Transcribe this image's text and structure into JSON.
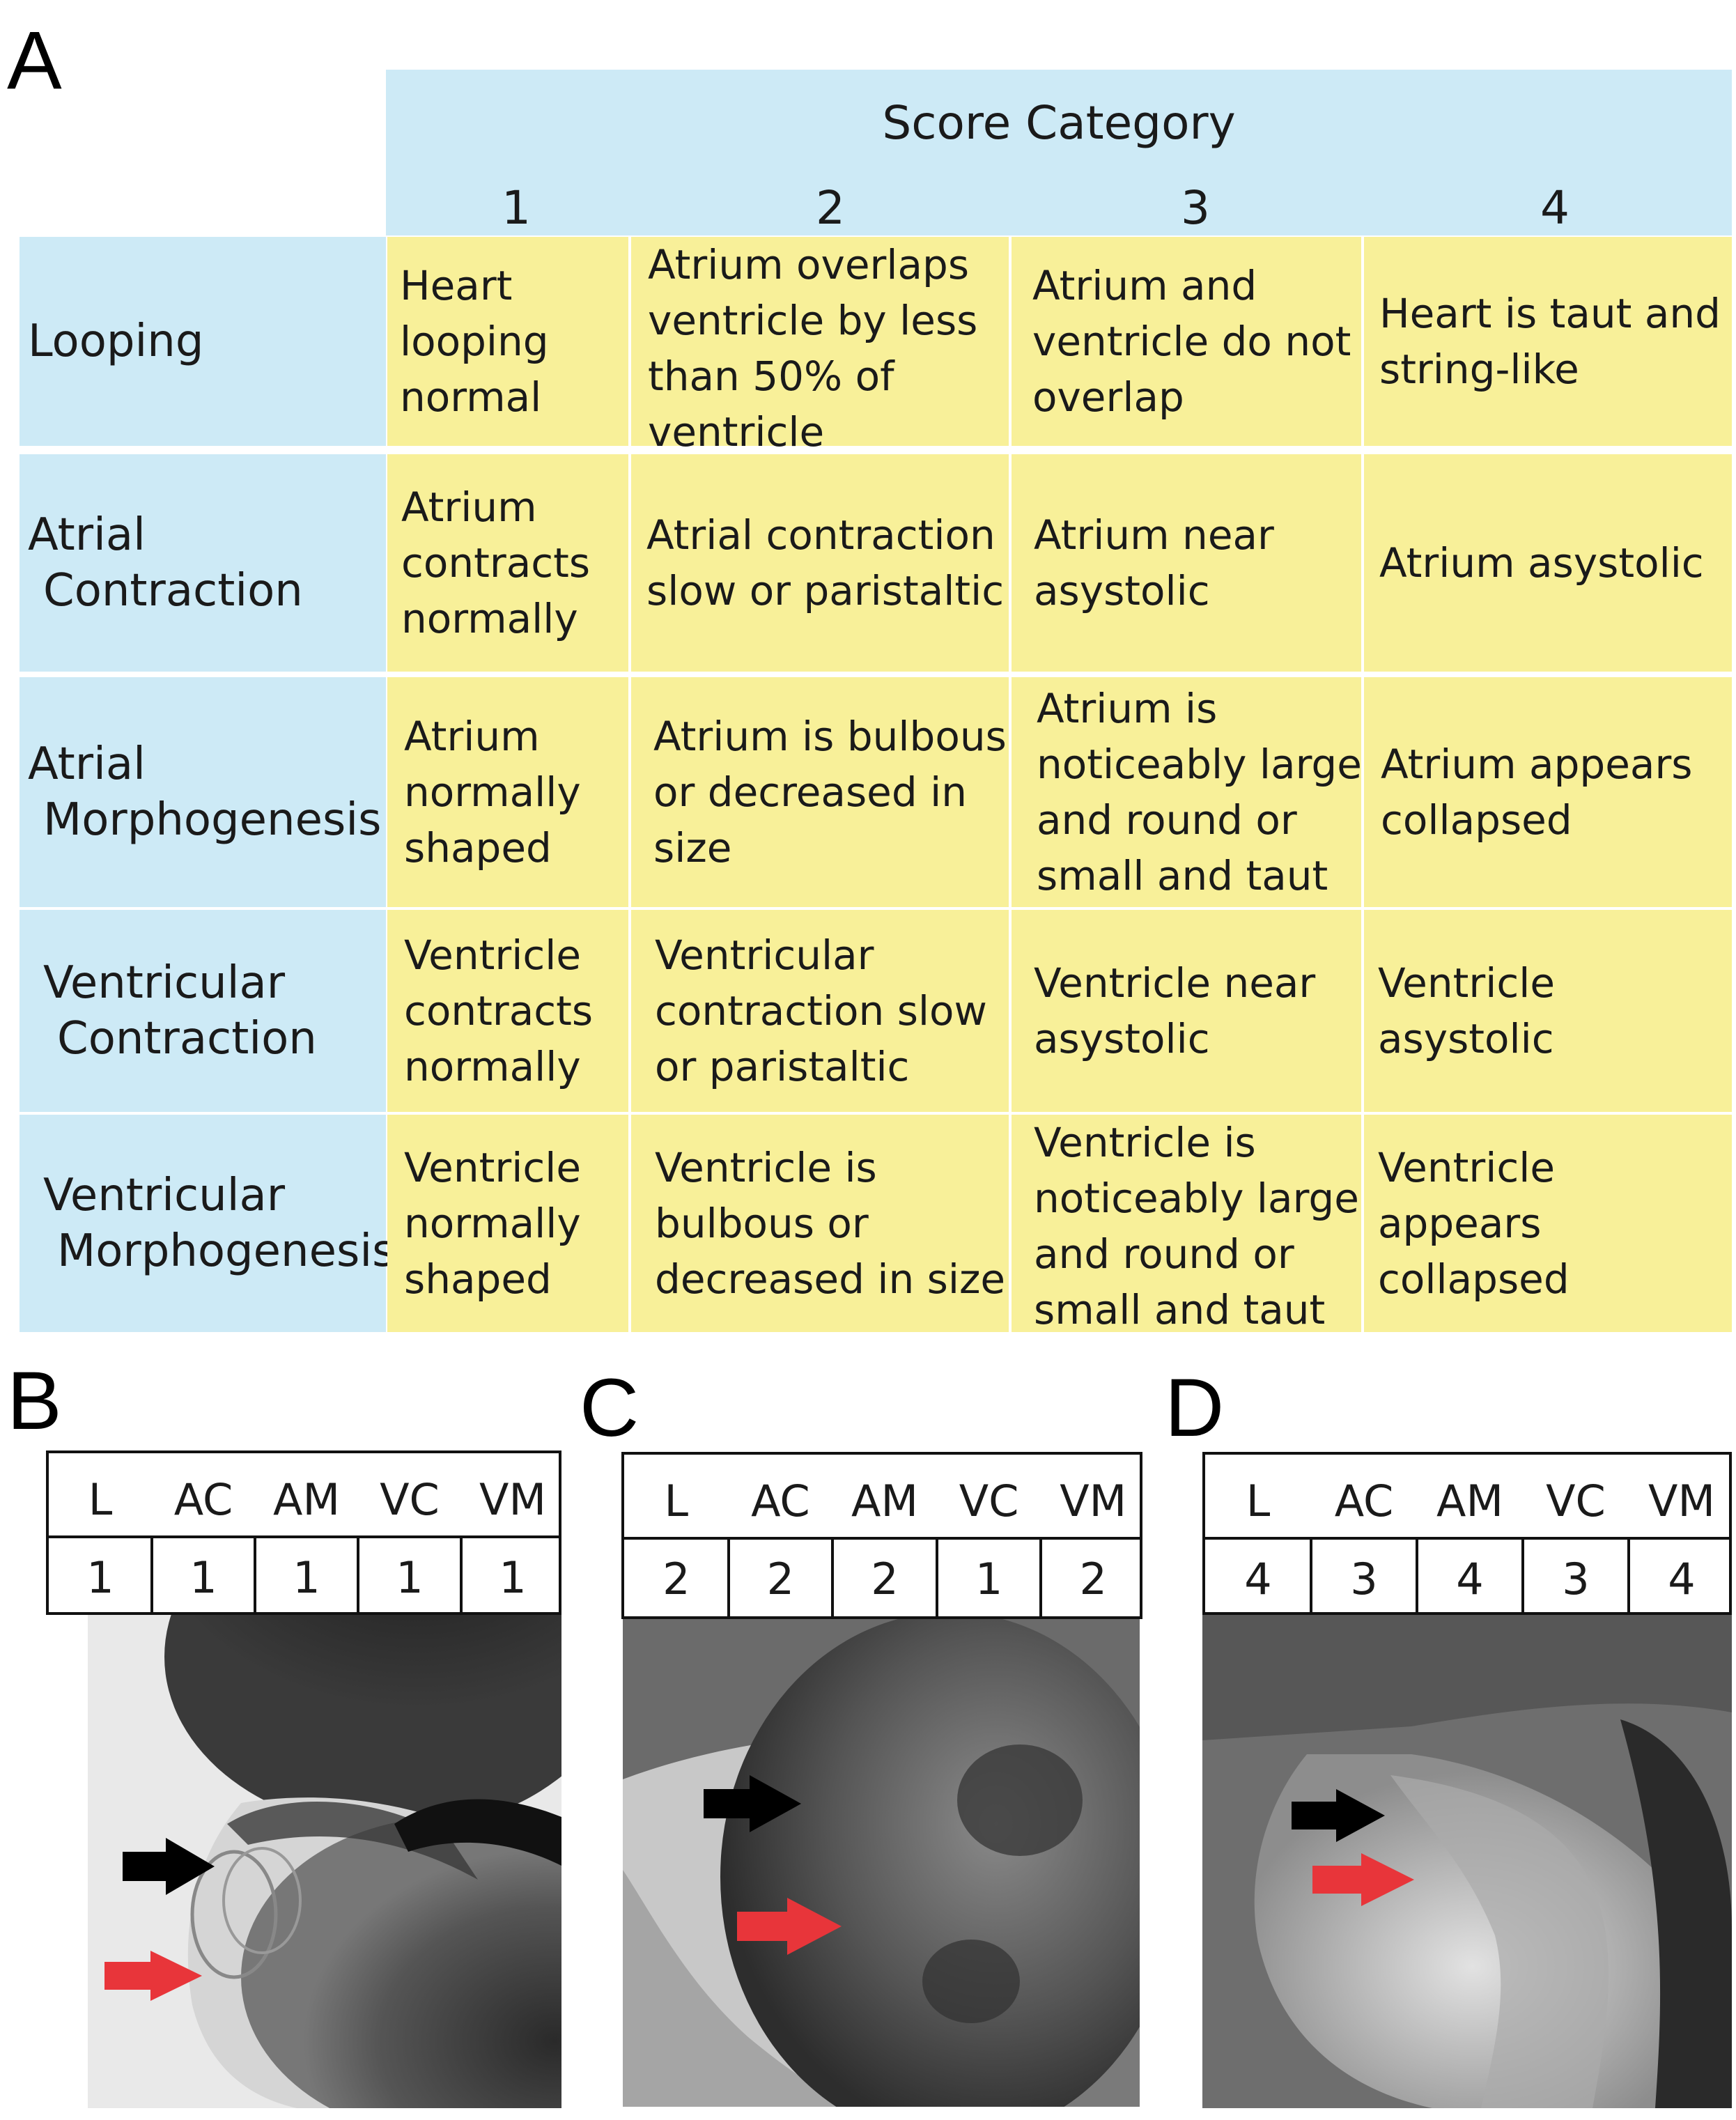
{
  "panel_letters": {
    "a": "A",
    "b": "B",
    "c": "C",
    "d": "D"
  },
  "table": {
    "header_title": "Score Category",
    "categories": [
      "1",
      "2",
      "3",
      "4"
    ],
    "rows": [
      {
        "label": [
          "Looping"
        ],
        "cells": [
          [
            "Heart",
            "looping",
            "normal"
          ],
          [
            "Atrium overlaps",
            "ventricle by less",
            "than 50% of",
            "ventricle"
          ],
          [
            "Atrium and",
            "ventricle do not",
            "overlap"
          ],
          [
            "Heart is taut and",
            "string-like"
          ]
        ]
      },
      {
        "label": [
          "Atrial",
          "Contraction"
        ],
        "cells": [
          [
            "Atrium",
            "contracts",
            "normally"
          ],
          [
            "Atrial contraction",
            "slow or paristaltic"
          ],
          [
            "Atrium near",
            "asystolic"
          ],
          [
            "Atrium asystolic"
          ]
        ]
      },
      {
        "label": [
          "Atrial",
          "Morphogenesis"
        ],
        "cells": [
          [
            "Atrium",
            "normally",
            "shaped"
          ],
          [
            "Atrium is bulbous",
            "or decreased in",
            "size"
          ],
          [
            "Atrium is",
            "noticeably large",
            "and round or",
            "small and taut"
          ],
          [
            "Atrium appears",
            "collapsed"
          ]
        ]
      },
      {
        "label": [
          "Ventricular",
          "Contraction"
        ],
        "cells": [
          [
            "Ventricle",
            "contracts",
            "normally"
          ],
          [
            "Ventricular",
            "contraction slow",
            "or paristaltic"
          ],
          [
            "Ventricle near",
            "asystolic"
          ],
          [
            "Ventricle",
            "asystolic"
          ]
        ]
      },
      {
        "label": [
          "Ventricular",
          "Morphogenesis"
        ],
        "cells": [
          [
            "Ventricle",
            "normally",
            "shaped"
          ],
          [
            "Ventricle is",
            "bulbous or",
            "decreased in size"
          ],
          [
            "Ventricle is",
            "noticeably large",
            "and round or",
            "small and taut"
          ],
          [
            "Ventricle",
            "appears",
            "collapsed"
          ]
        ]
      }
    ]
  },
  "panels": [
    {
      "letter": "B",
      "headers": [
        "L",
        "AC",
        "AM",
        "VC",
        "VM"
      ],
      "scores": [
        "1",
        "1",
        "1",
        "1",
        "1"
      ]
    },
    {
      "letter": "C",
      "headers": [
        "L",
        "AC",
        "AM",
        "VC",
        "VM"
      ],
      "scores": [
        "2",
        "2",
        "2",
        "1",
        "2"
      ]
    },
    {
      "letter": "D",
      "headers": [
        "L",
        "AC",
        "AM",
        "VC",
        "VM"
      ],
      "scores": [
        "4",
        "3",
        "4",
        "3",
        "4"
      ]
    }
  ],
  "colors": {
    "header_blue": "#cdeaf6",
    "cell_yellow": "#f8f099",
    "arrow_black": "#000000",
    "arrow_red": "#e8353a"
  },
  "icons": [
    "black-arrow-icon",
    "red-arrow-icon"
  ]
}
